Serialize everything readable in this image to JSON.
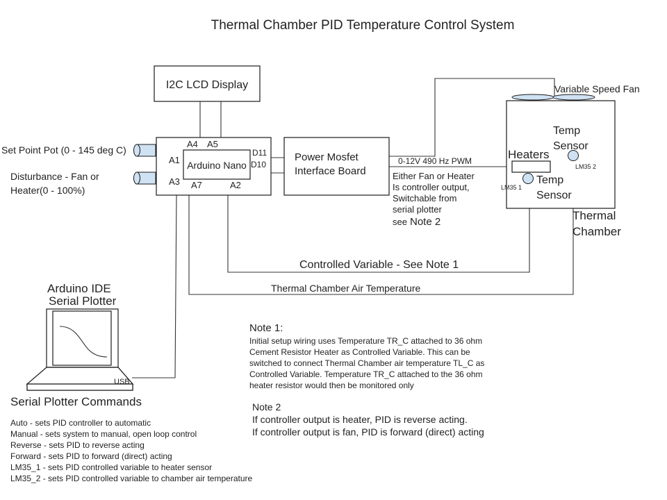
{
  "title": "Thermal Chamber PID Temperature Control System",
  "blocks": {
    "lcd": "I2C LCD Display",
    "arduino": "Arduino Nano",
    "mosfet_line1": "Power Mosfet",
    "mosfet_line2": "Interface Board",
    "heaters": "Heaters",
    "fan": "Variable Speed Fan",
    "chamber_line1": "Thermal",
    "chamber_line2": "Chamber",
    "sensor2_line1": "Temp",
    "sensor2_line2": "Sensor",
    "sensor2_tag": "LM35 2",
    "sensor1_line1": "Temp",
    "sensor1_line2": "Sensor",
    "sensor1_tag": "LM35 1"
  },
  "pins": {
    "a4": "A4",
    "a5": "A5",
    "a1": "A1",
    "a3": "A3",
    "a7": "A7",
    "a2": "A2",
    "d11": "D11",
    "d10": "D10"
  },
  "inputs": {
    "setpoint": "Set Point Pot (0 - 145 deg C)",
    "disturbance_line1": "Disturbance - Fan or",
    "disturbance_line2": "Heater(0 - 100%)"
  },
  "signals": {
    "pwm": "0-12V 490 Hz PWM",
    "output_note_lines": [
      "Either Fan or Heater",
      "Is controller output,",
      "Switchable from",
      "serial plotter"
    ],
    "see_prefix": "see",
    "see_note": "Note 2",
    "controlled_variable": "Controlled Variable - See Note 1",
    "air_temp": "Thermal Chamber Air Temperature",
    "usb": "USB"
  },
  "plotter": {
    "title_line1": "Arduino IDE",
    "title_line2": "Serial Plotter"
  },
  "commands": {
    "heading": "Serial Plotter Commands",
    "items": [
      "Auto - sets PID controller to automatic",
      "Manual - sets system to manual, open loop control",
      "Reverse - sets PID to reverse acting",
      "Forward - sets PID to forward (direct) acting",
      "LM35_1 - sets PID controlled variable to heater sensor",
      "LM35_2 - sets PID controlled variable to chamber air temperature"
    ]
  },
  "note1": {
    "heading": "Note 1:",
    "lines": [
      "Initial setup wiring uses Temperature TR_C attached to 36 ohm",
      "Cement Resistor Heater as Controlled Variable. This can be",
      "switched to connect Thermal Chamber air temperature TL_C as",
      "Controlled Variable. Temperature TR_C attached to the 36 ohm",
      "heater resistor would then be monitored only"
    ]
  },
  "note2": {
    "heading": "Note 2",
    "lines": [
      "If controller output is heater, PID is reverse acting.",
      "If controller output is fan, PID is forward (direct) acting"
    ]
  },
  "colors": {
    "component_fill": "#cfe2f3",
    "stroke": "#1a1a1a",
    "text": "#222222"
  }
}
